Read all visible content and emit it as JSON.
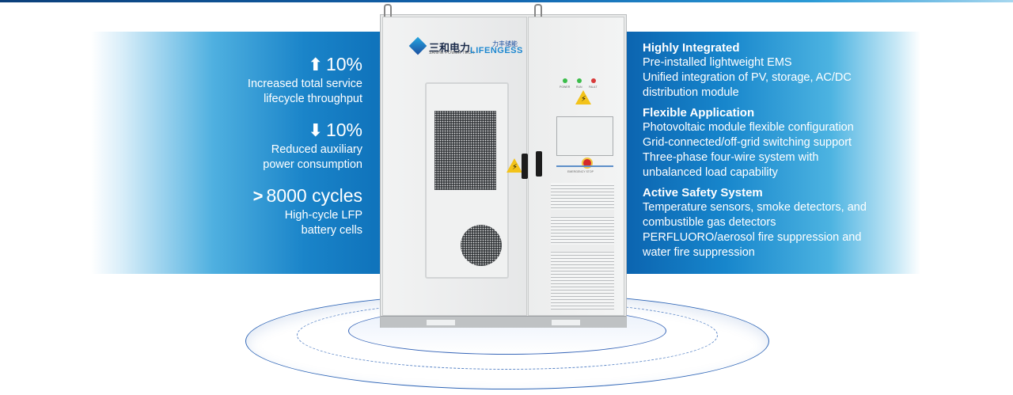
{
  "stats": [
    {
      "arrow": "⬆",
      "value": "10%",
      "desc_line1": "Increased total service",
      "desc_line2": "lifecycle throughput"
    },
    {
      "arrow": "⬇",
      "value": "10%",
      "desc_line1": "Reduced auxiliary",
      "desc_line2": "power consumption"
    },
    {
      "arrow": ">",
      "value": "8000 cycles",
      "desc_line1": "High-cycle LFP",
      "desc_line2": "battery cells"
    }
  ],
  "features": [
    {
      "title": "Highly Integrated",
      "lines": [
        "Pre-installed lightweight EMS",
        "Unified integration of PV, storage, AC/DC",
        "distribution module"
      ]
    },
    {
      "title": "Flexible Application",
      "lines": [
        "Photovoltaic module flexible configuration",
        "Grid-connected/off-grid switching support",
        "Three-phase four-wire system with",
        "unbalanced load capability"
      ]
    },
    {
      "title": "Active Safety System",
      "lines": [
        "Temperature sensors, smoke detectors, and",
        "combustible gas detectors",
        "PERFLUORO/aerosol fire suppression and",
        "water fire suppression"
      ]
    }
  ],
  "cabinet": {
    "brand1_cn": "三和电力",
    "brand1_en": "SANHE POWER TECH",
    "brand2_cn": "力丰储能",
    "brand2_en": "LIFENGESS",
    "light_labels": [
      "POWER",
      "RUN",
      "FAULT"
    ],
    "light_colors": [
      "#3bbd4a",
      "#3bbd4a",
      "#d83a3a"
    ],
    "estop_label": "EMERGENCY STOP"
  },
  "colors": {
    "accent_dark": "#0d6fb8",
    "accent_light": "#4fb0e0",
    "ring": "#2f66b7"
  }
}
